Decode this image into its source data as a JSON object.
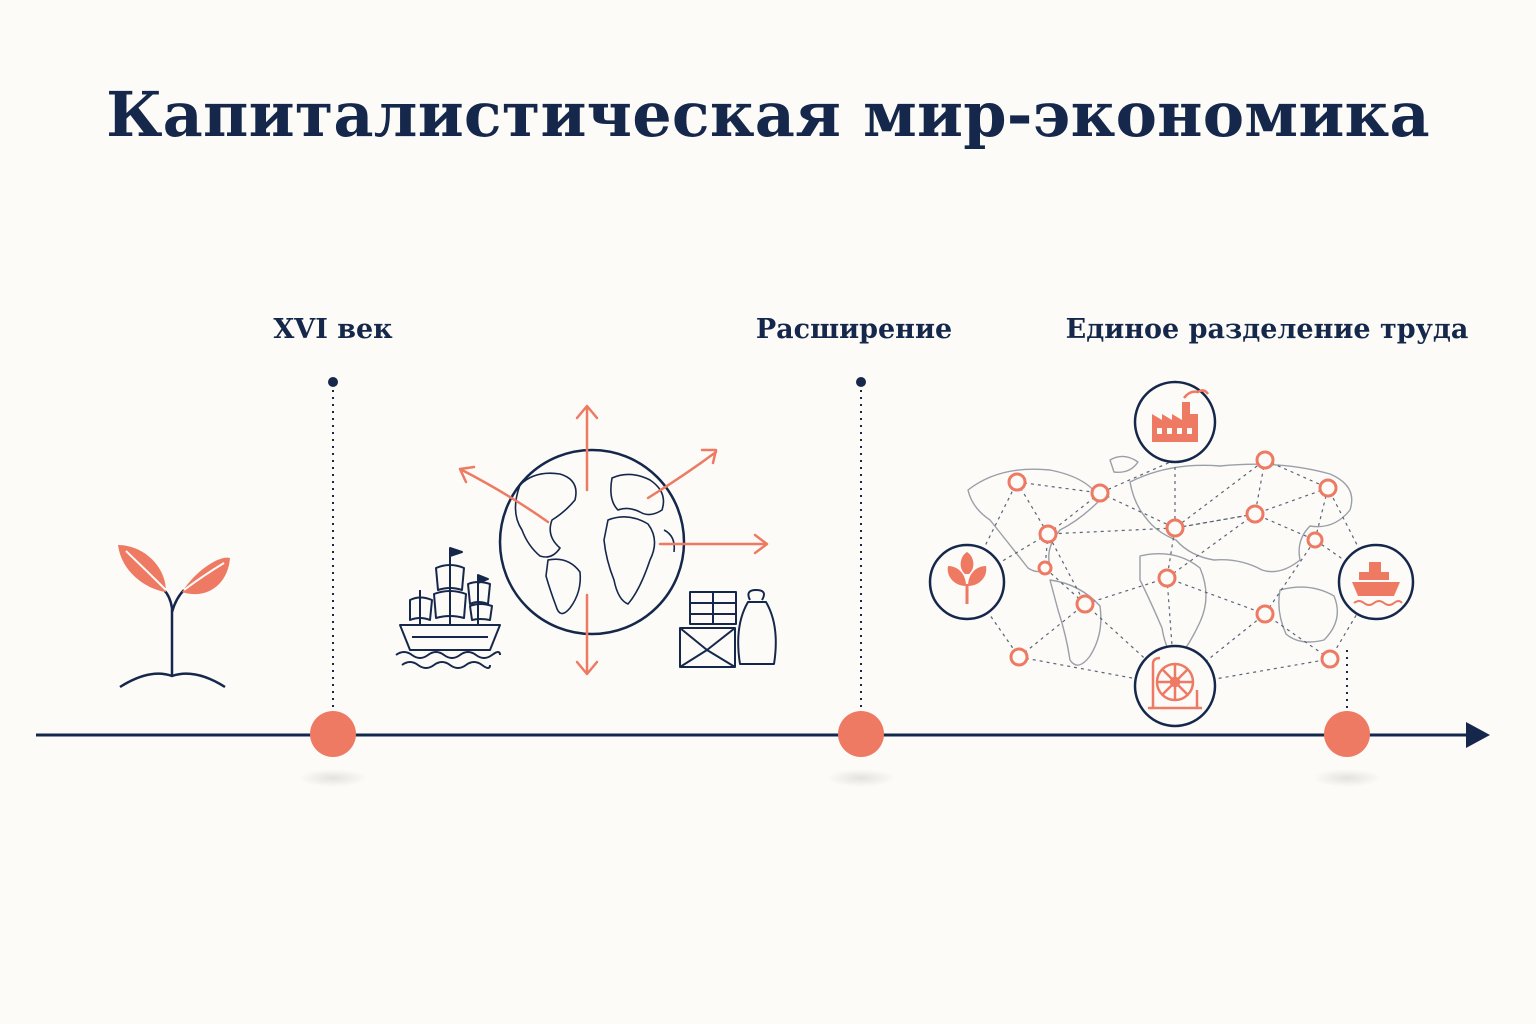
{
  "title": "Капиталистическая мир-экономика",
  "milestones": [
    {
      "label": "XVI век"
    },
    {
      "label": "Расширение"
    },
    {
      "label": "Единое разделение труда"
    }
  ],
  "colors": {
    "navy": "#15284b",
    "coral": "#ee7a63",
    "map_gray": "#9a9fa8",
    "background": "#fcfbf8"
  },
  "icons": [
    "sprout-icon",
    "sailing-ship-icon",
    "globe-icon",
    "cargo-crates-icon",
    "world-network-map-icon",
    "factory-icon",
    "plant-icon",
    "cargo-ship-icon",
    "spinning-wheel-icon"
  ]
}
